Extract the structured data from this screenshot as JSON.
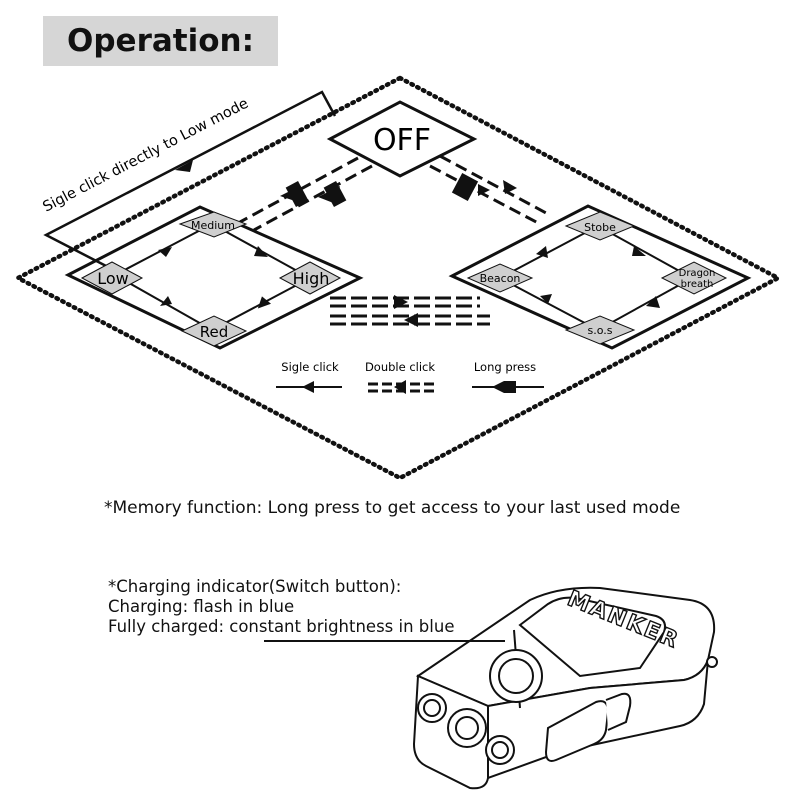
{
  "header": {
    "title": "Operation:"
  },
  "flow": {
    "off_label": "OFF",
    "sigle_click_note": "Sigle click directly to Low mode",
    "modes": {
      "low": "Low",
      "medium": "Medium",
      "high": "High",
      "red": "Red"
    },
    "special_modes": {
      "stobe": "Stobe",
      "beacon": "Beacon",
      "dragon_line1": "Dragon",
      "dragon_line2": "breath",
      "sos": "s.o.s"
    }
  },
  "legend": {
    "single_click": "Sigle click",
    "double_click": "Double click",
    "long_press": "Long press"
  },
  "notes": {
    "memory": "*Memory function: Long press to get access to your last used mode",
    "charging_title": "*Charging indicator(Switch button):",
    "charging_state": "Charging: flash in blue",
    "charged_state": "Fully charged: constant brightness in blue"
  },
  "device": {
    "brand": "MANKER"
  }
}
